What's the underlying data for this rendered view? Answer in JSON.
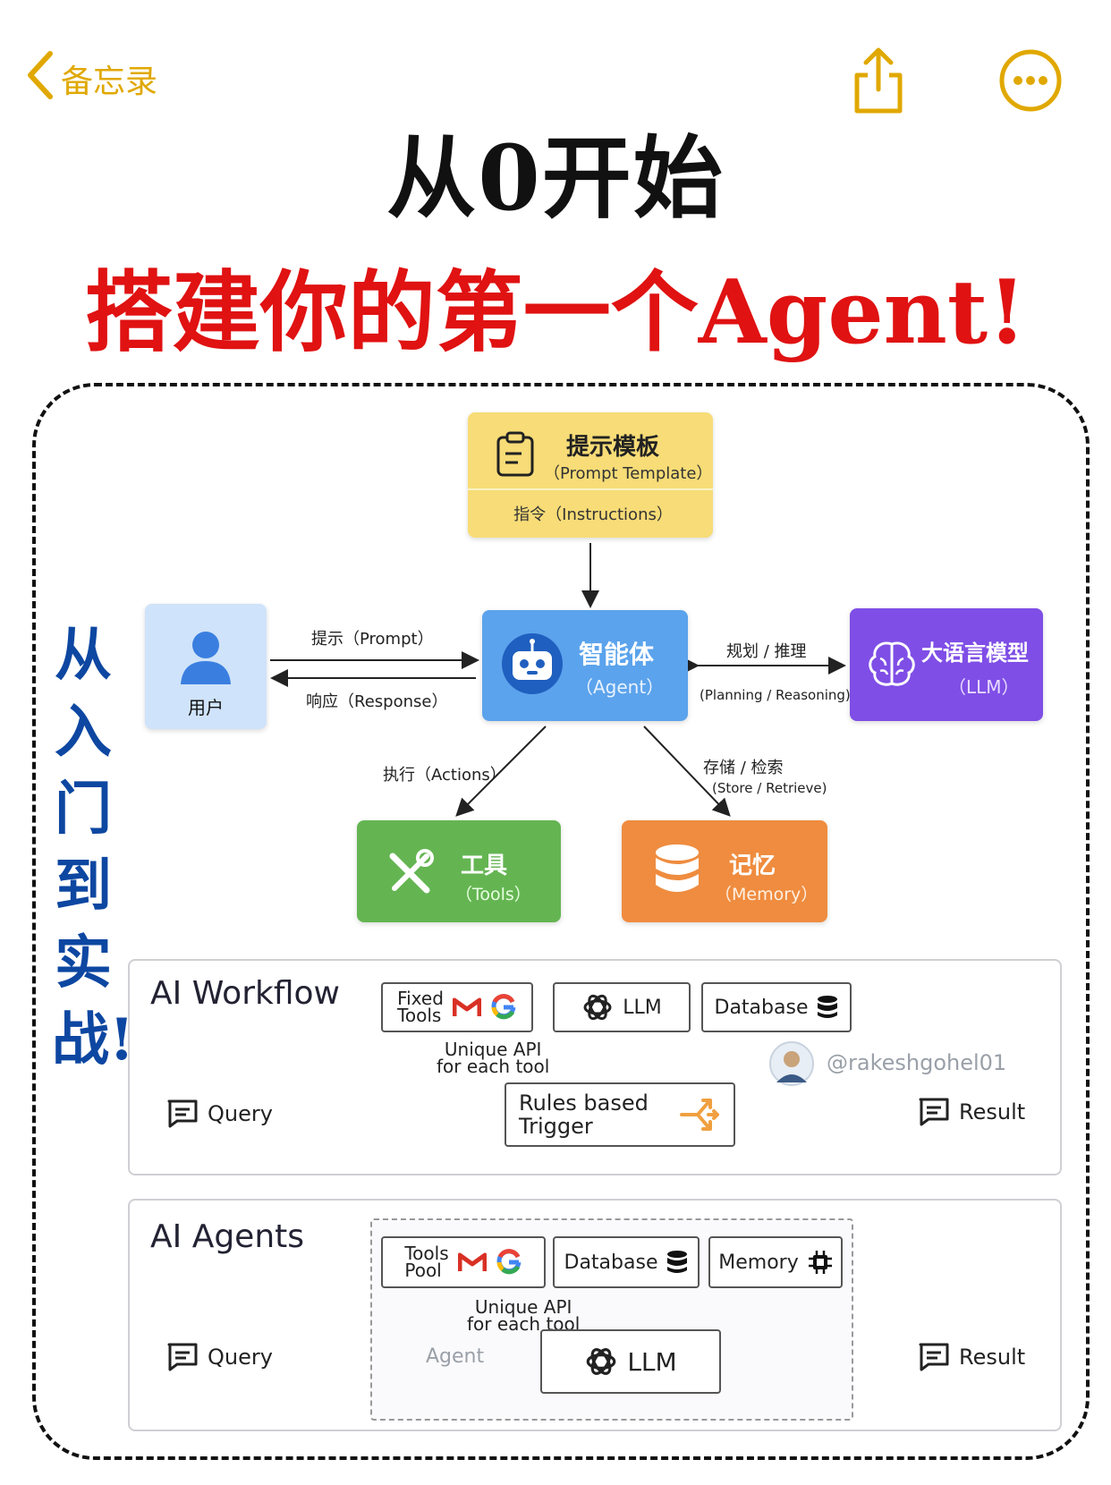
{
  "topbar": {
    "back_label": "备忘录",
    "back_icon": "chevron-left-icon",
    "share_icon": "share-icon",
    "more_icon": "more-icon"
  },
  "title_line1": "从0开始",
  "title_line2": "搭建你的第一个Agent!",
  "side_text": "从入门到实战!",
  "colors": {
    "accent": "#e0a800",
    "title_red": "#e01212",
    "side_blue": "#0d47a1"
  },
  "diagram": {
    "prompt": {
      "title": "提示模板",
      "subtitle": "（Prompt Template）",
      "instructions": "指令（Instructions）"
    },
    "user": {
      "label": "用户"
    },
    "agent": {
      "title": "智能体",
      "subtitle": "（Agent）"
    },
    "llm": {
      "title": "大语言模型",
      "subtitle": "（LLM）"
    },
    "tools": {
      "title": "工具",
      "subtitle": "（Tools）"
    },
    "memory": {
      "title": "记忆",
      "subtitle": "（Memory）"
    },
    "edges": {
      "prompt": "提示（Prompt）",
      "response": "响应（Response）",
      "planning_cn": "规划 / 推理",
      "planning_en": "(Planning / Reasoning)",
      "actions": "执行（Actions）",
      "store_cn": "存储 / 检索",
      "store_en": "(Store / Retrieve)"
    }
  },
  "workflow": {
    "title": "AI Workflow",
    "fixed_tools_1": "Fixed",
    "fixed_tools_2": "Tools",
    "llm": "LLM",
    "database": "Database",
    "api_1": "Unique API",
    "api_2": "for each tool",
    "handle": "@rakeshgohel01",
    "query": "Query",
    "trigger_1": "Rules based",
    "trigger_2": "Trigger",
    "result": "Result"
  },
  "agents": {
    "title": "AI Agents",
    "tools_pool_1": "Tools",
    "tools_pool_2": "Pool",
    "database": "Database",
    "memory": "Memory",
    "api_1": "Unique API",
    "api_2": "for each tool",
    "query": "Query",
    "agent_label": "Agent",
    "llm": "LLM",
    "result": "Result"
  }
}
